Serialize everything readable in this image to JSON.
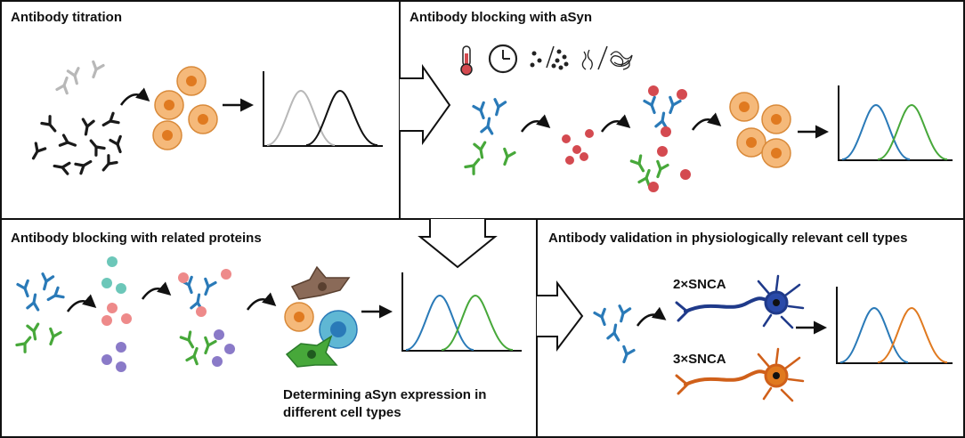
{
  "panels": {
    "titration": {
      "title": "Antibody titration"
    },
    "blocking": {
      "title": "Antibody blocking with aSyn"
    },
    "related": {
      "title": "Antibody blocking with related proteins",
      "caption_line1": "Determining aSyn expression in",
      "caption_line2": "different cell types"
    },
    "validation": {
      "title": "Antibody validation in physiologically relevant cell types",
      "label_2x": "2×SNCA",
      "label_3x": "3×SNCA"
    }
  },
  "colors": {
    "grey_antibody": "#b8b8b8",
    "black_antibody": "#1a1a1a",
    "blue_antibody": "#2a7ab8",
    "green_antibody": "#47a83a",
    "cell_fill": "#f5b97a",
    "cell_nucleus": "#e07a20",
    "asyn_dot": "#d44a50",
    "teal_dot": "#6cc7b9",
    "pink_dot": "#ee8a8a",
    "purple_dot": "#8a7ac8",
    "orange_curve": "#e07a20",
    "neuron_blue": "#1f3a8a",
    "neuron_orange": "#d0601a"
  },
  "icons": [
    "thermometer-icon",
    "clock-icon",
    "dots-icon",
    "fibril-icon"
  ]
}
